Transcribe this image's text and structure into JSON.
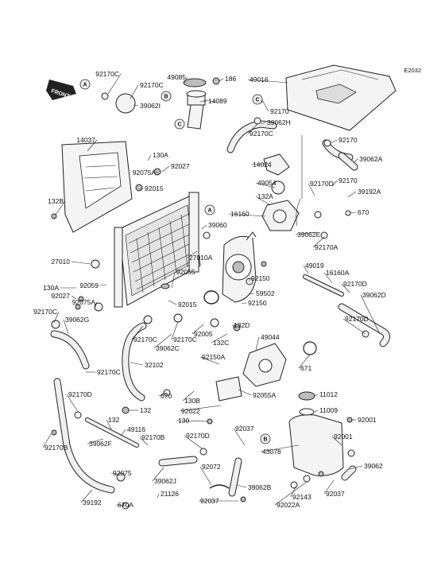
{
  "diagram": {
    "code": "E2032",
    "front_label": "FRONT"
  },
  "callouts": [
    "A",
    "B",
    "C"
  ],
  "parts": [
    "92170C",
    "92170C",
    "39062I",
    "49085",
    "186",
    "14089",
    "49016",
    "92170",
    "39062H",
    "92170C",
    "92170",
    "39062A",
    "14037",
    "130A",
    "92027",
    "92075A",
    "92015",
    "132B",
    "39060",
    "27010A",
    "14024",
    "49054",
    "132A",
    "16160",
    "92170D",
    "92170",
    "39192A",
    "670",
    "39062E",
    "92170A",
    "27010",
    "130A",
    "92027",
    "92075A",
    "92059",
    "92015",
    "92055",
    "92150",
    "59502",
    "92150",
    "49019",
    "16160A",
    "92170D",
    "39062D",
    "92170D",
    "92170C",
    "39062G",
    "92170C",
    "92170C",
    "39062C",
    "92005",
    "132D",
    "132C",
    "49044",
    "92150A",
    "671",
    "32102",
    "92170C",
    "670",
    "130B",
    "92055A",
    "92022",
    "130",
    "11012",
    "11009",
    "92001",
    "92001",
    "92170D",
    "132",
    "92170B",
    "132",
    "49116",
    "39062F",
    "92170B",
    "92170D",
    "92037",
    "43078",
    "92075",
    "39062J",
    "92072",
    "39062B",
    "39062",
    "39192",
    "670A",
    "21126",
    "92037",
    "92143",
    "92037",
    "92022A"
  ]
}
